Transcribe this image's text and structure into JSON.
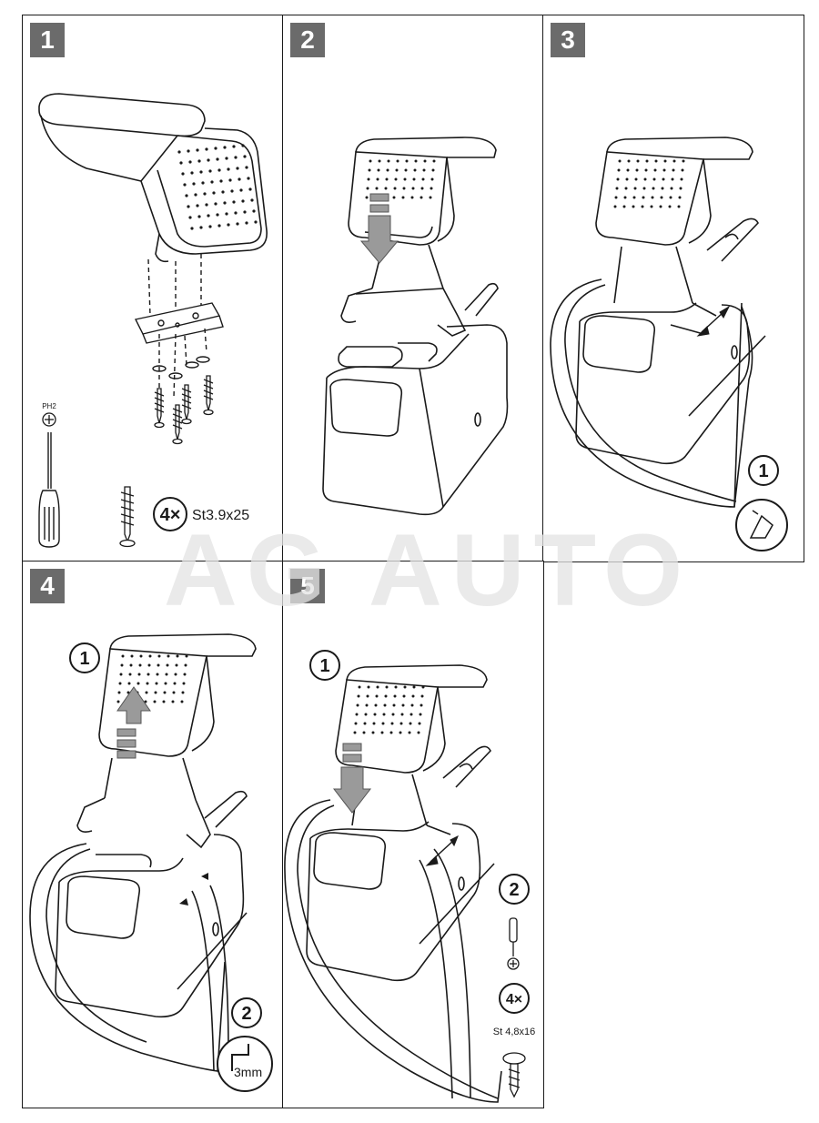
{
  "steps": [
    {
      "number": "1"
    },
    {
      "number": "2"
    },
    {
      "number": "3"
    },
    {
      "number": "4"
    },
    {
      "number": "5"
    }
  ],
  "step1": {
    "tool_label": "PH2",
    "screw_count": "4×",
    "screw_spec": "St3.9x25"
  },
  "step3": {
    "substep": "1"
  },
  "step4": {
    "substep_1": "1",
    "substep_2": "2",
    "drill_label": "3mm"
  },
  "step5": {
    "substep_1": "1",
    "substep_2": "2",
    "screw_count": "4×",
    "screw_spec": "St 4,8x16"
  },
  "watermark": "AG AUTO",
  "colors": {
    "badge": "#6b6b6b",
    "arrow_fill": "#9a9a9a",
    "line": "#1a1a1a"
  }
}
